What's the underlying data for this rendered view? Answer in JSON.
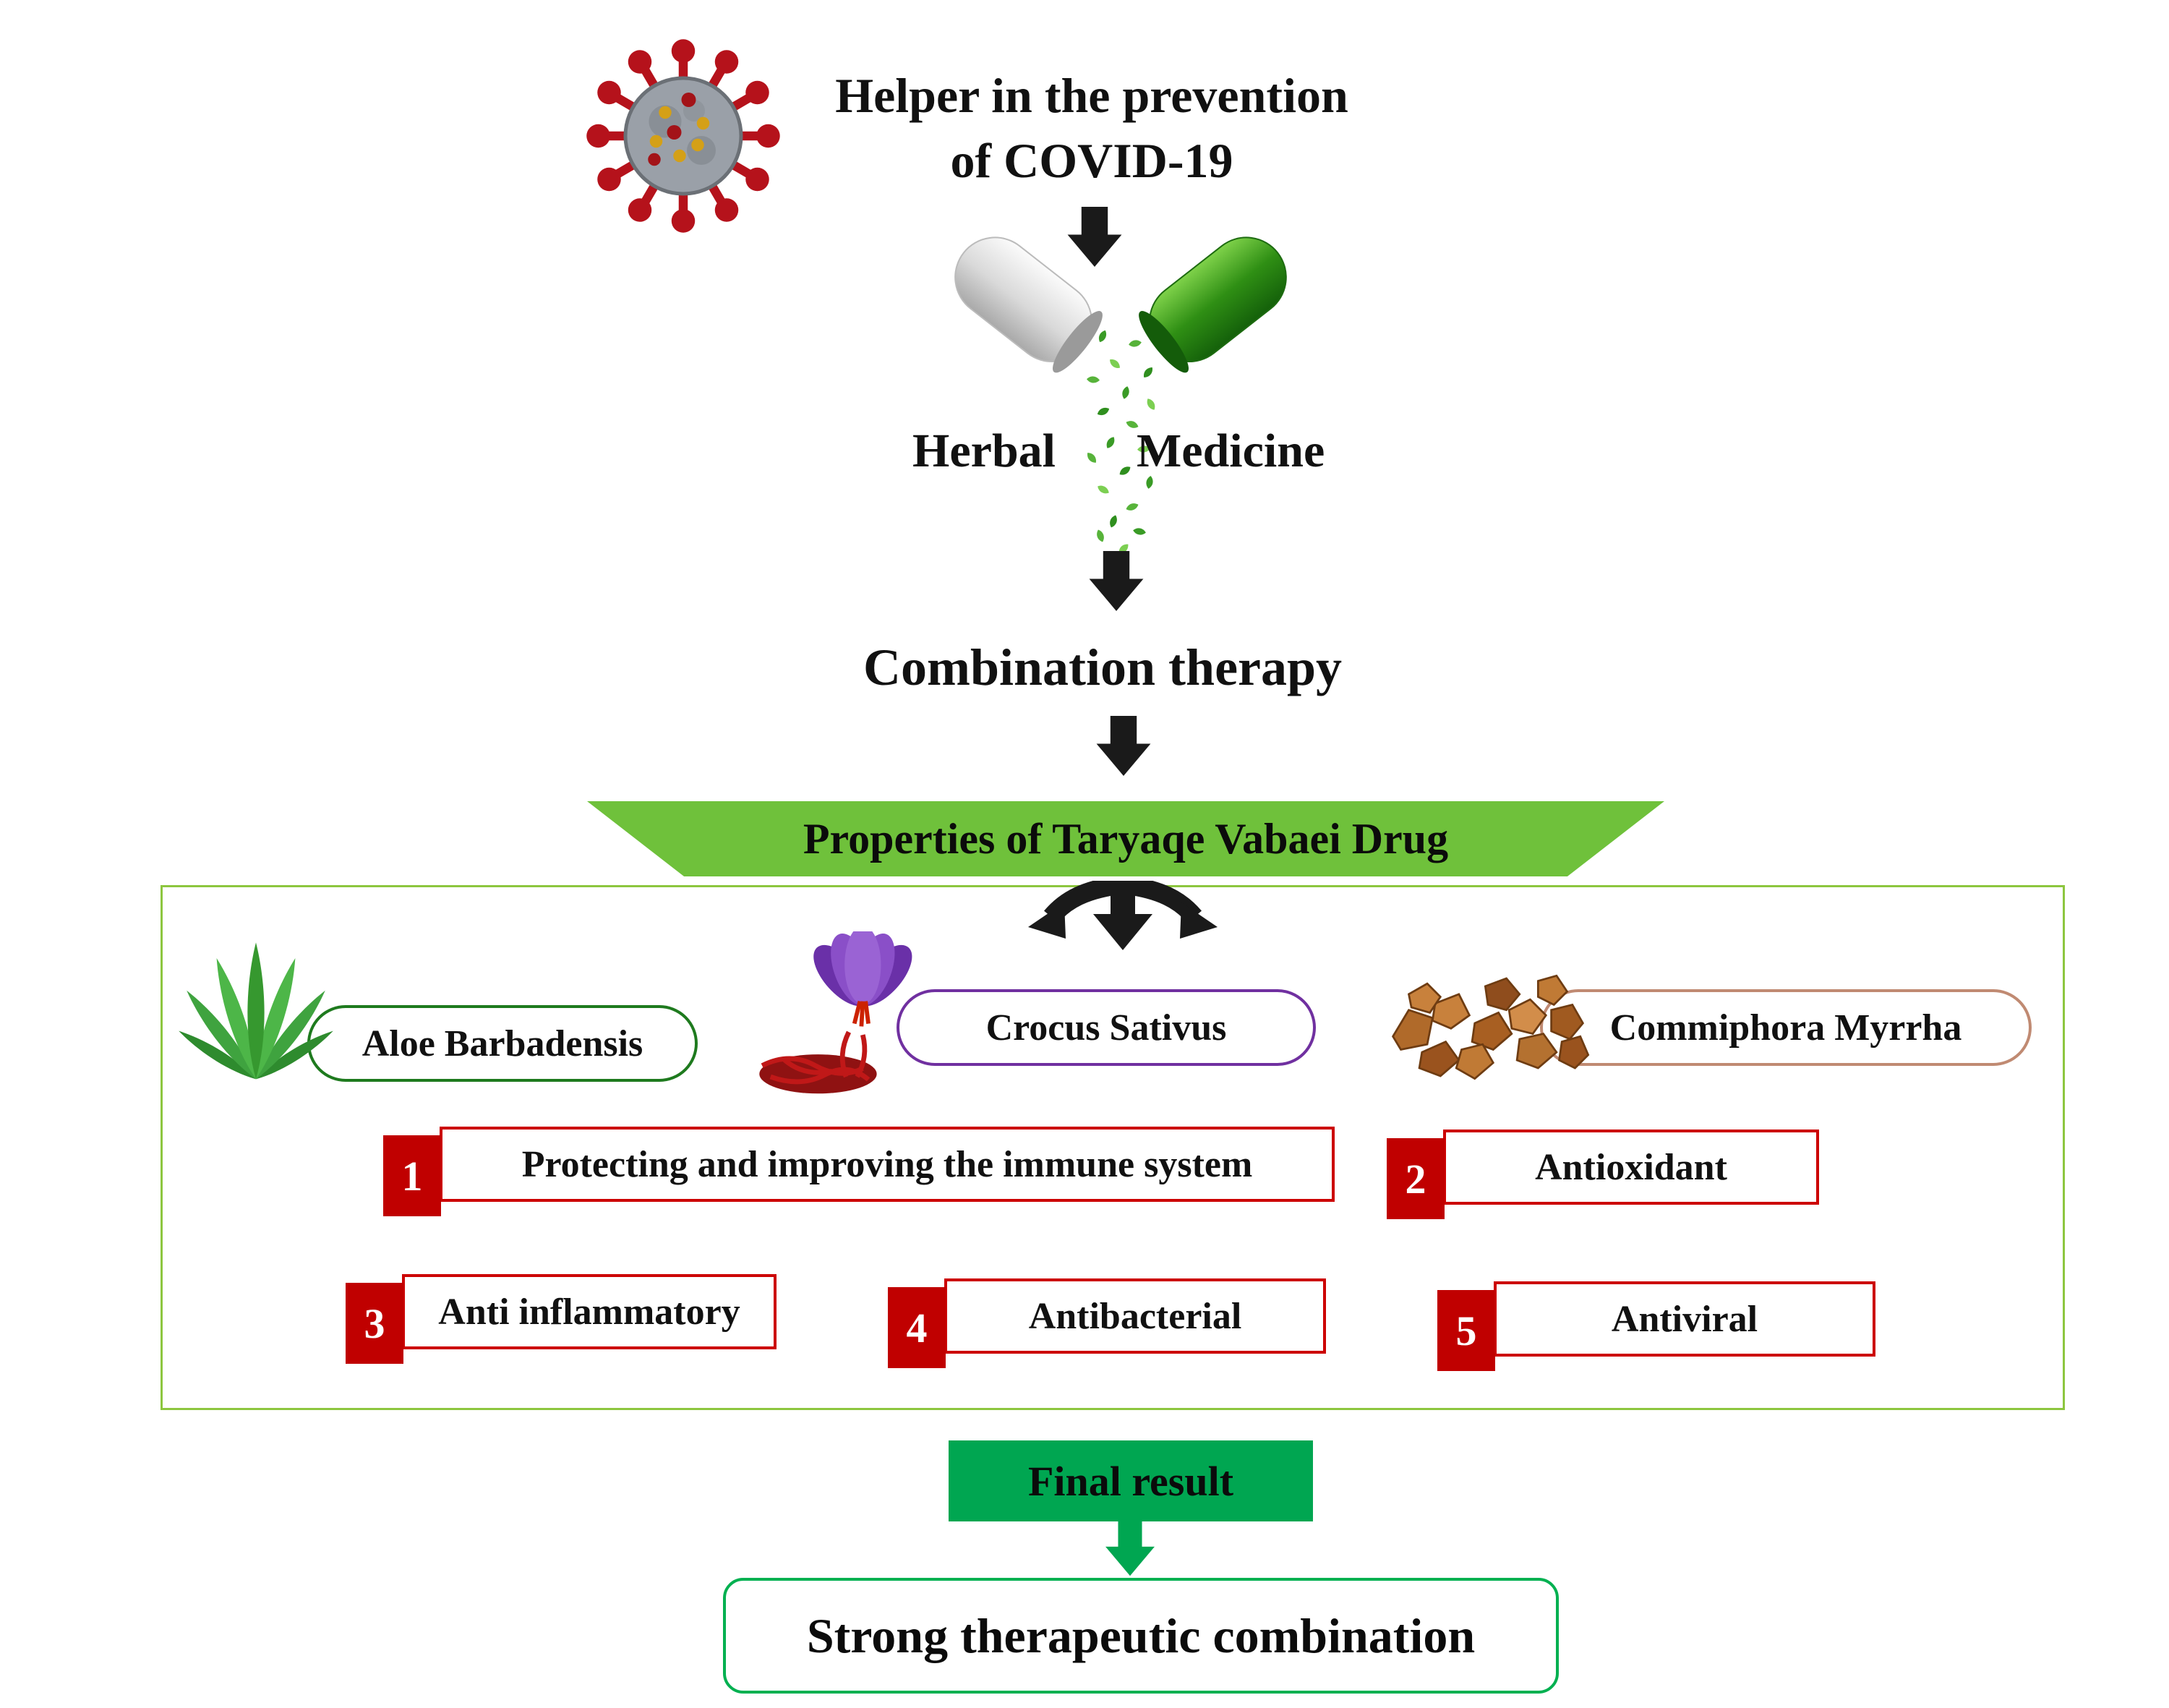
{
  "title": {
    "line1": "Helper in the prevention",
    "line2": "of COVID-19"
  },
  "capsule_labels": {
    "left": "Herbal",
    "right": "Medicine"
  },
  "flow": {
    "combination": "Combination therapy",
    "banner": "Properties of Taryaqe Vabaei Drug"
  },
  "ingredients": [
    {
      "name": "Aloe Barbadensis",
      "border_color": "#1e7a1e"
    },
    {
      "name": "Crocus Sativus",
      "border_color": "#7030a0"
    },
    {
      "name": "Commiphora Myrrha",
      "border_color": "#c08a72"
    }
  ],
  "properties": [
    {
      "number": "1",
      "label": "Protecting and improving the immune system"
    },
    {
      "number": "2",
      "label": "Antioxidant"
    },
    {
      "number": "3",
      "label": "Anti inflammatory"
    },
    {
      "number": "4",
      "label": "Antibacterial"
    },
    {
      "number": "5",
      "label": "Antiviral"
    }
  ],
  "result": {
    "label": "Final result",
    "conclusion": "Strong therapeutic combination"
  },
  "colors": {
    "banner_green": "#6fc13b",
    "box_border_green": "#8dc63f",
    "property_red": "#c00000",
    "property_border_red": "#cc0000",
    "result_green": "#00a651",
    "conclusion_border_green": "#00b050",
    "arrow_black": "#1a1a1a"
  },
  "icons": {
    "virus": "coronavirus-icon",
    "capsule": "herbal-capsule-icon",
    "leaves": "herbal-leaves-icon",
    "aloe": "aloe-plant-icon",
    "crocus": "saffron-flower-icon",
    "myrrh": "myrrh-resin-icon"
  }
}
